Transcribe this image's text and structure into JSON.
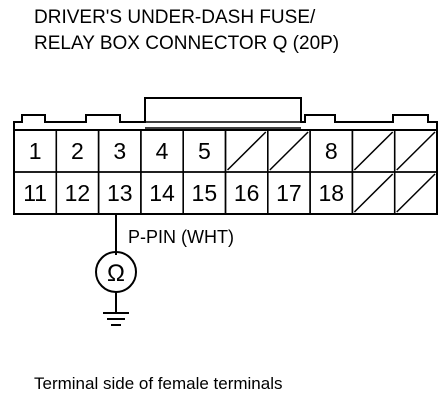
{
  "title": {
    "line1": "DRIVER'S UNDER-DASH FUSE/",
    "line2": "RELAY BOX CONNECTOR Q (20P)"
  },
  "connector": {
    "top_row": [
      "1",
      "2",
      "3",
      "4",
      "5",
      "",
      "",
      "8",
      "",
      ""
    ],
    "bottom_row": [
      "11",
      "12",
      "13",
      "14",
      "15",
      "16",
      "17",
      "18",
      "",
      ""
    ]
  },
  "probe": {
    "label": "P-PIN (WHT)",
    "meter_symbol": "Ω"
  },
  "caption": "Terminal side of female terminals"
}
